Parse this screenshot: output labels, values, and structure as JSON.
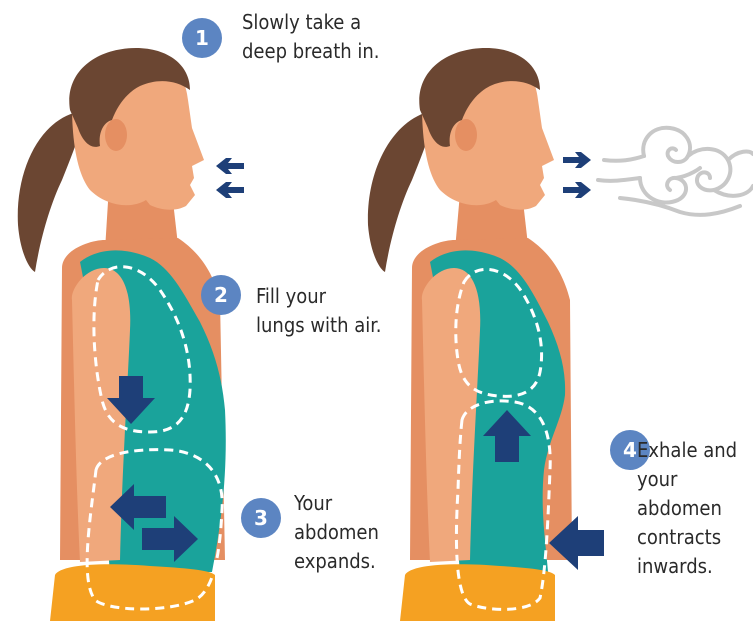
{
  "colors": {
    "skin": "#f0a87c",
    "skin_shadow": "#e58f62",
    "hair": "#6b4632",
    "tank_top": "#1aa39b",
    "shorts": "#f5a122",
    "arrow": "#1e3f78",
    "badge": "#5c85c2",
    "outline": "#ffffff",
    "breath_cloud": "#c8c8c8"
  },
  "icons": {
    "inhale": "arrow-left-icon",
    "exhale": "arrow-right-icon",
    "cloud": "breath-cloud-icon"
  },
  "steps": [
    {
      "number": "1",
      "text": "Slowly take a\ndeep breath in."
    },
    {
      "number": "2",
      "text": "Fill your\nlungs with air."
    },
    {
      "number": "3",
      "text": "Your\nabdomen\nexpands."
    },
    {
      "number": "4",
      "text": "Exhale and\nyour\nabdomen\ncontracts\ninwards."
    }
  ]
}
